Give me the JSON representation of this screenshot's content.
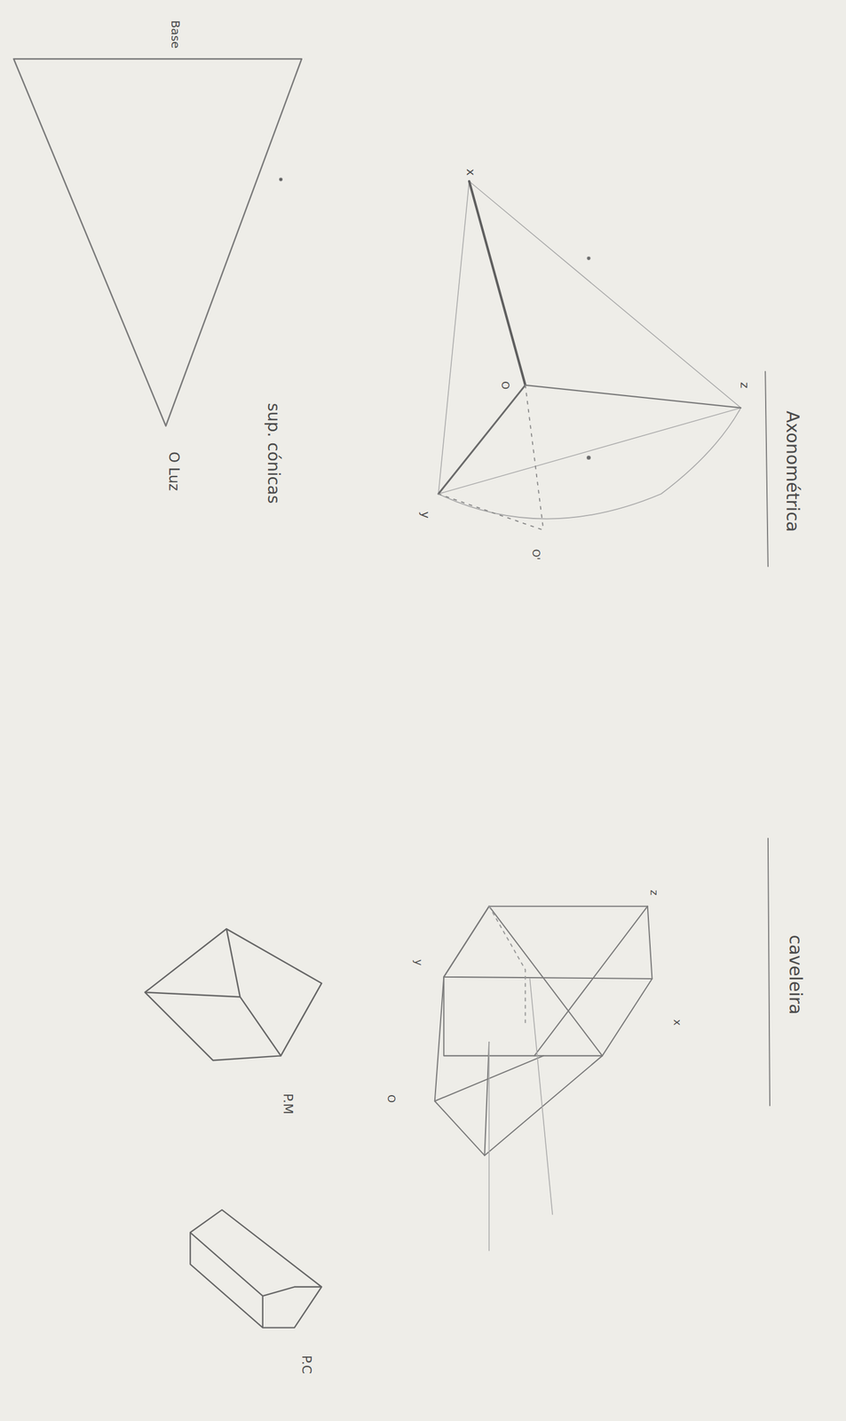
{
  "diagram": {
    "labels": [
      "Axonométrica",
      "z",
      "x",
      "y",
      "O",
      "O'",
      "caveleira",
      "z",
      "x",
      "y",
      "O",
      "sup. cónicas",
      "O Luz",
      "Base",
      "P.M",
      "P.C"
    ]
  }
}
